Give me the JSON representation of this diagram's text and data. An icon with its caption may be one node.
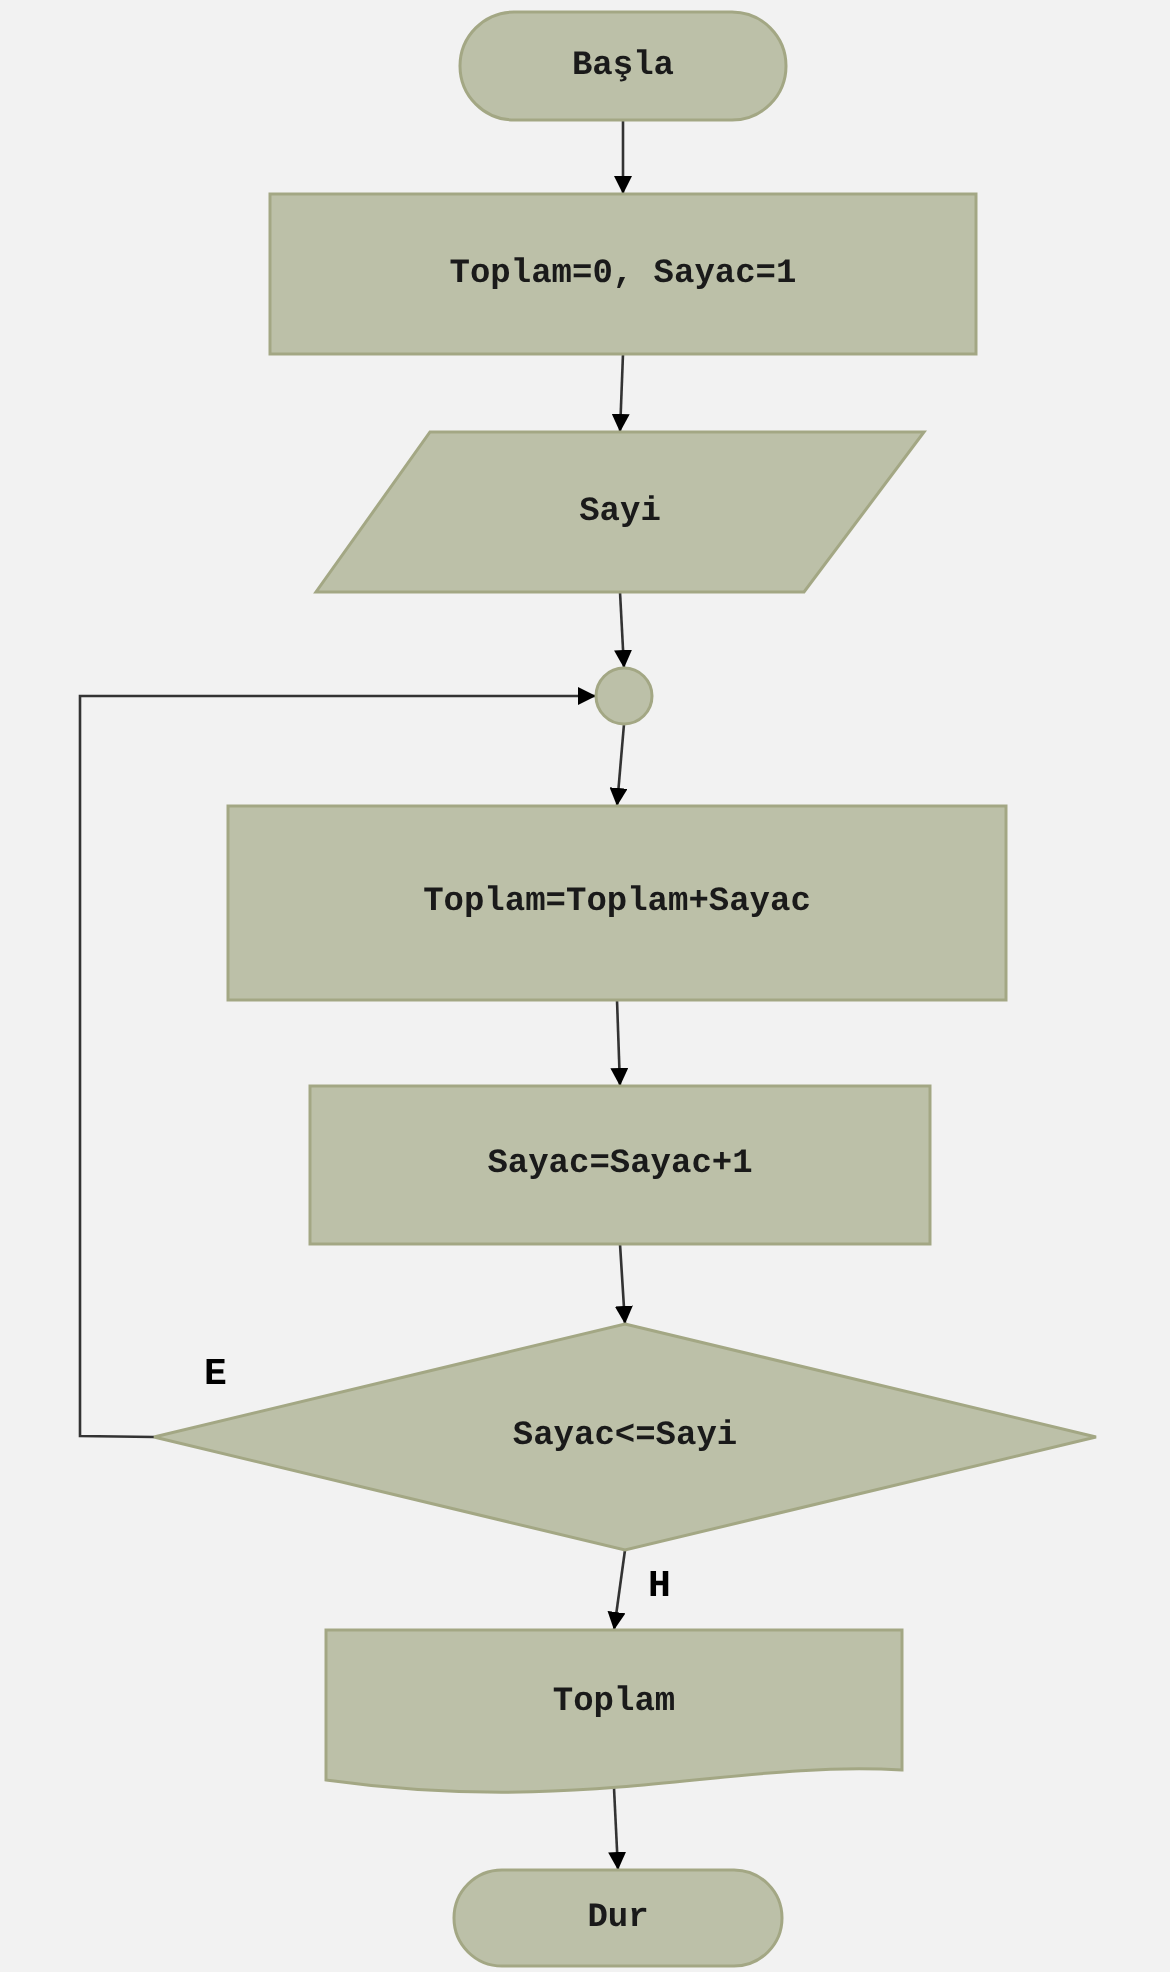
{
  "diagram": {
    "nodes": [
      {
        "text": [
          "Başla"
        ]
      },
      {
        "text": [
          "Toplam=0, Sayac=1"
        ]
      },
      {
        "text": [
          "Sayi"
        ]
      },
      {
        "text": [],
        "shape": "circle"
      },
      {
        "text": [
          "Toplam=Toplam+Sayac"
        ]
      },
      {
        "text": [
          "Sayac=Sayac+1"
        ]
      },
      {
        "text": [
          "Sayac<=Sayi"
        ]
      },
      {
        "text": [
          "Toplam"
        ]
      },
      {
        "text": [
          "Dur"
        ]
      }
    ],
    "edges": [
      {
        "from": 0,
        "to": 1,
        "arrow": "to"
      },
      {
        "from": 1,
        "to": 2,
        "arrow": "to"
      },
      {
        "from": 2,
        "to": 3,
        "arrow": "to"
      },
      {
        "from": 3,
        "to": 4,
        "arrow": "to"
      },
      {
        "from": 4,
        "to": 5,
        "arrow": "to"
      },
      {
        "from": 5,
        "to": 6,
        "arrow": "to"
      },
      {
        "from": 6,
        "to": 3,
        "arrow": "to",
        "label": "E"
      },
      {
        "from": 6,
        "to": 7,
        "arrow": "to",
        "label": "H"
      },
      {
        "from": 7,
        "to": 8,
        "arrow": "to"
      }
    ]
  }
}
